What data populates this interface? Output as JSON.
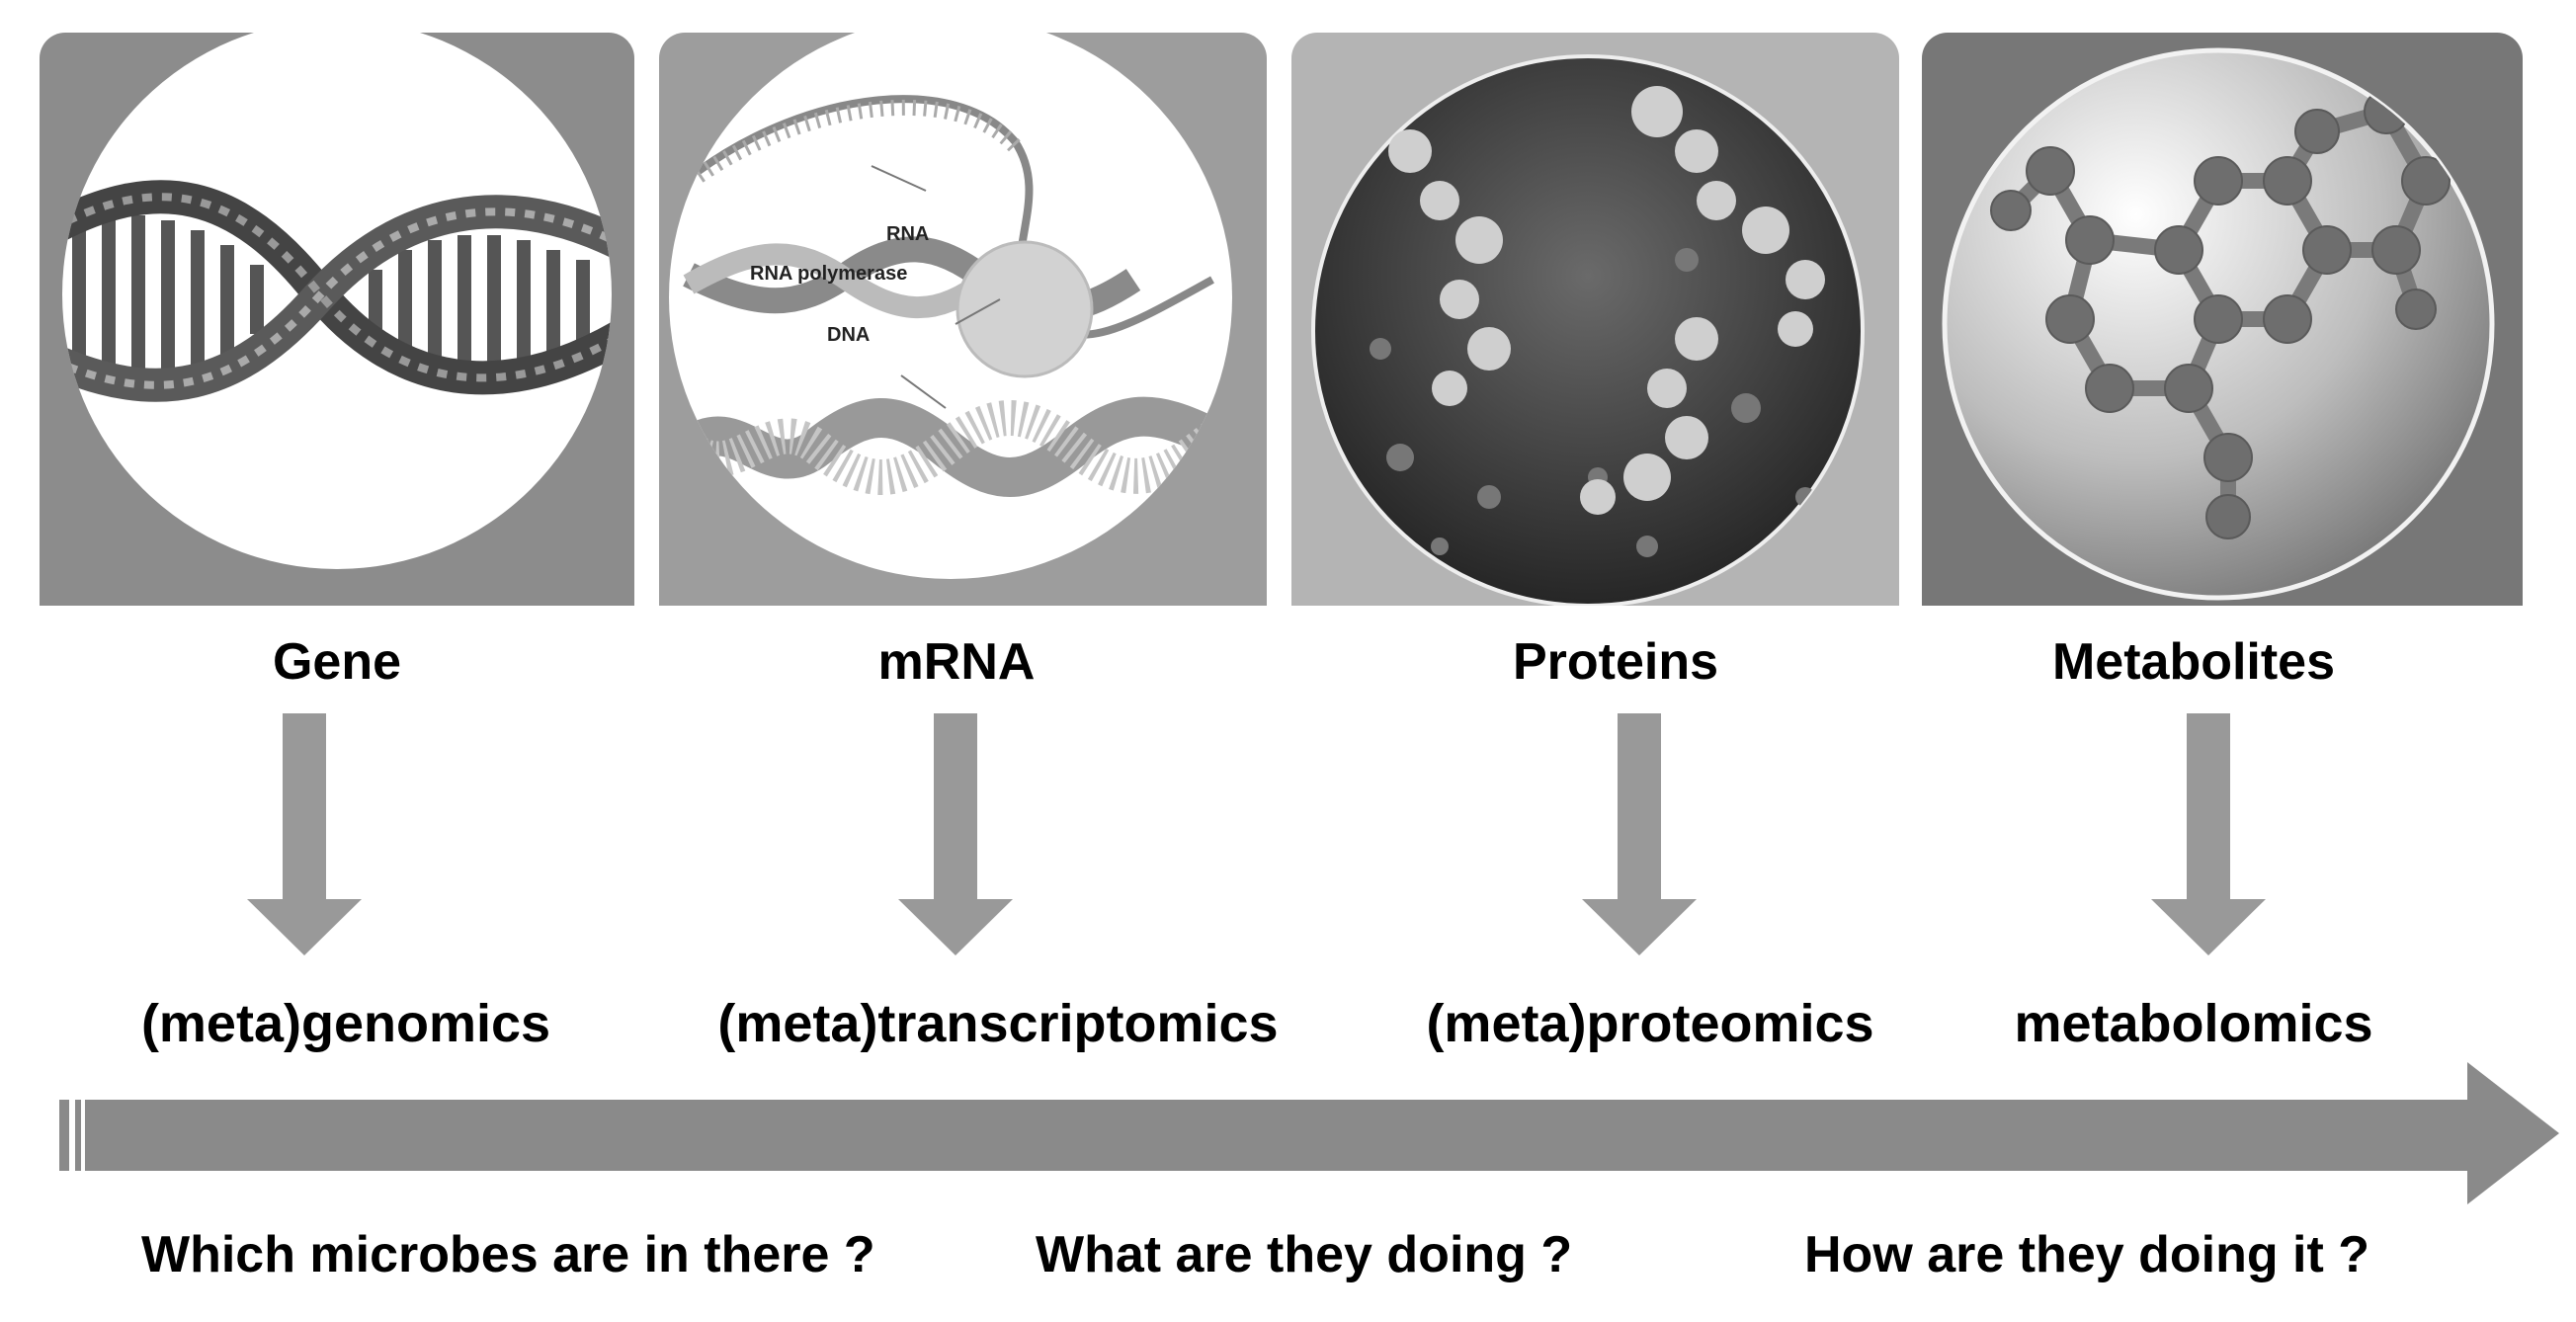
{
  "stages": [
    {
      "label": "Gene",
      "omic": "(meta)genomics",
      "icon": "dna-double-helix"
    },
    {
      "label": "mRNA",
      "omic": "(meta)transcriptomics",
      "icon": "rna-transcription",
      "annotations": {
        "rna": "RNA",
        "polymerase": "RNA polymerase",
        "dna": "DNA"
      }
    },
    {
      "label": "Proteins",
      "omic": "(meta)proteomics",
      "icon": "protein-molecules"
    },
    {
      "label": "Metabolites",
      "omic": "metabolomics",
      "icon": "molecule-ball-and-stick"
    }
  ],
  "questions": [
    "Which microbes are in there ?",
    "What are they doing ?",
    "How are they doing it ?"
  ],
  "colors": {
    "panel_1": "#8c8c8c",
    "panel_2": "#9d9d9d",
    "panel_3": "#b4b4b4",
    "panel_4": "#777777",
    "arrow": "#999999",
    "timeline": "#8a8a8a"
  }
}
